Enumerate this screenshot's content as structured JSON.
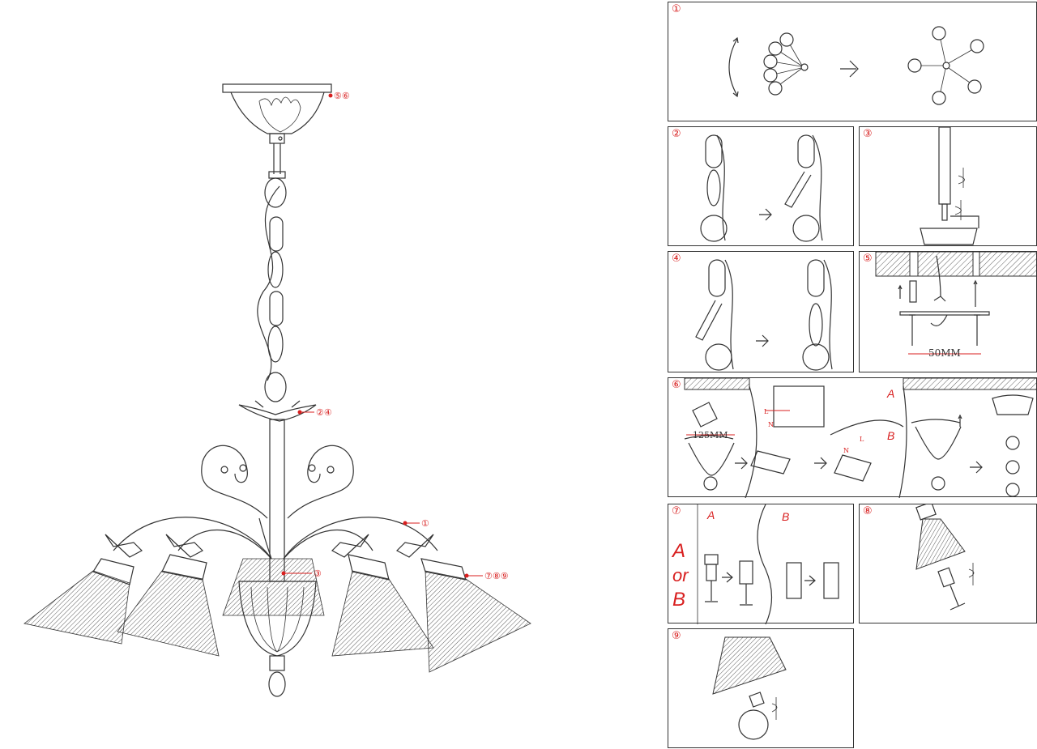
{
  "callouts": {
    "canopy": "⑤⑥",
    "bobeche": "②④",
    "arm": "①",
    "stem": "③",
    "shade": "⑦⑧⑨"
  },
  "panels": [
    {
      "id": "p1",
      "number": "①"
    },
    {
      "id": "p2",
      "number": "②"
    },
    {
      "id": "p3",
      "number": "③"
    },
    {
      "id": "p4",
      "number": "④"
    },
    {
      "id": "p5",
      "number": "⑤"
    },
    {
      "id": "p6",
      "number": "⑥"
    },
    {
      "id": "p7",
      "number": "⑦"
    },
    {
      "id": "p8",
      "number": "⑧"
    },
    {
      "id": "p9",
      "number": "⑨"
    }
  ],
  "labels": {
    "p5_distance": "50MM",
    "p6_distance": "125MM",
    "p6_option_a": "A",
    "p6_option_b": "B",
    "wire_l": "L",
    "wire_n": "N",
    "p7_option_a": "A",
    "p7_option_b": "B",
    "p7_big_a": "A",
    "p7_big_or": "or",
    "p7_big_b": "B"
  },
  "colors": {
    "accent": "#d81f1f",
    "line": "#333333"
  }
}
